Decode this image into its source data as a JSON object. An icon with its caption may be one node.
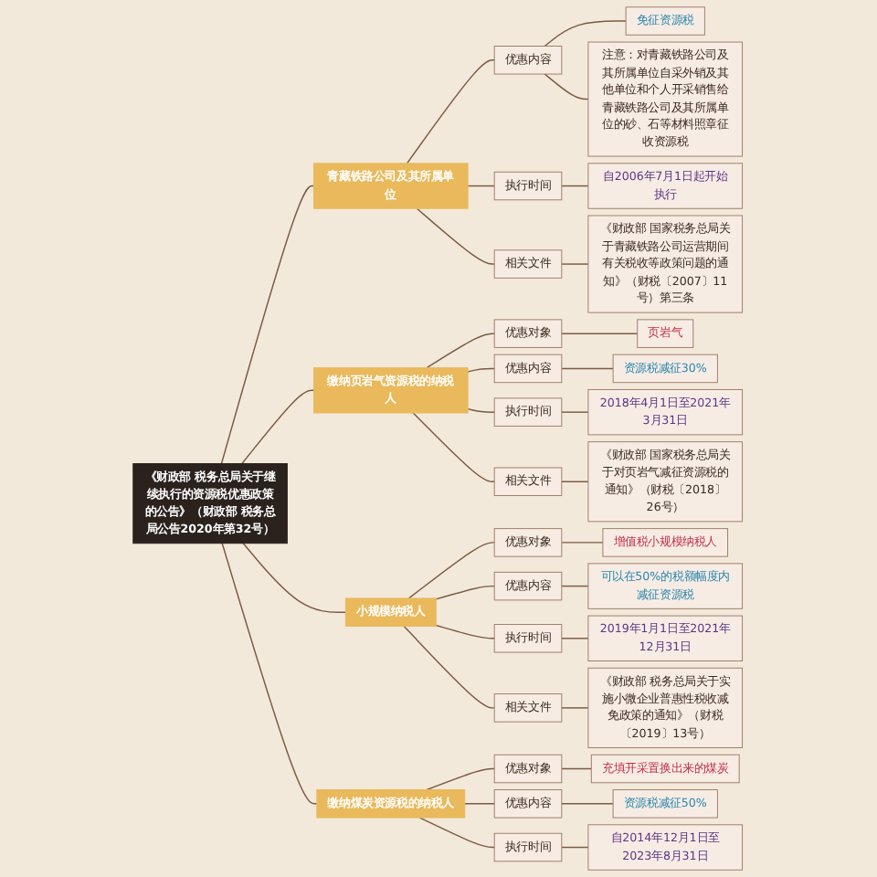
{
  "diagram": {
    "nodes": [
      {
        "text": [
          "《财政部 税务总局关于继续执行的资源税优惠政策的公告》（财政部 税务总局公告2020年第32号）"
        ]
      },
      {
        "text": [
          "青藏铁路公司及其所属单位"
        ]
      },
      {
        "text": [
          "优惠内容"
        ]
      },
      {
        "text": [
          "免征资源税"
        ]
      },
      {
        "text": [
          "注意：对青藏铁路公司及其所属单位自采外销及其他单位和个人开采销售给青藏铁路公司及其所属单位的砂、石等材料照章征收资源税"
        ]
      },
      {
        "text": [
          "执行时间"
        ]
      },
      {
        "text": [
          "自2006年7月1日起开始执行"
        ]
      },
      {
        "text": [
          "相关文件"
        ]
      },
      {
        "text": [
          "《财政部 国家税务总局关于青藏铁路公司运营期间有关税收等政策问题的通知》（财税〔2007〕11号）第三条"
        ]
      },
      {
        "text": [
          "缴纳页岩气资源税的纳税人"
        ]
      },
      {
        "text": [
          "优惠对象"
        ]
      },
      {
        "text": [
          "页岩气"
        ]
      },
      {
        "text": [
          "优惠内容"
        ]
      },
      {
        "text": [
          "资源税减征30%"
        ]
      },
      {
        "text": [
          "执行时间"
        ]
      },
      {
        "text": [
          "2018年4月1日至2021年3月31日"
        ]
      },
      {
        "text": [
          "相关文件"
        ]
      },
      {
        "text": [
          "《财政部 国家税务总局关于对页岩气减征资源税的通知》（财税〔2018〕26号）"
        ]
      },
      {
        "text": [
          "小规模纳税人"
        ]
      },
      {
        "text": [
          "优惠对象"
        ]
      },
      {
        "text": [
          "增值税小规模纳税人"
        ]
      },
      {
        "text": [
          "优惠内容"
        ]
      },
      {
        "text": [
          "可以在50%的税额幅度内减征资源税"
        ]
      },
      {
        "text": [
          "执行时间"
        ]
      },
      {
        "text": [
          "2019年1月1日至2021年12月31日"
        ]
      },
      {
        "text": [
          "相关文件"
        ]
      },
      {
        "text": [
          "《财政部 税务总局关于实施小微企业普惠性税收减免政策的通知》（财税〔2019〕13号）"
        ]
      },
      {
        "text": [
          "缴纳煤炭资源税的纳税人"
        ]
      },
      {
        "text": [
          "优惠对象"
        ]
      },
      {
        "text": [
          "充填开采置换出来的煤炭"
        ]
      },
      {
        "text": [
          "优惠内容"
        ]
      },
      {
        "text": [
          "资源税减征50%"
        ]
      },
      {
        "text": [
          "执行时间"
        ]
      },
      {
        "text": [
          "自2014年12月1日至2023年8月31日"
        ]
      }
    ],
    "edges": [
      {
        "from": 0,
        "to": 1,
        "arrow": "none"
      },
      {
        "from": 1,
        "to": 2,
        "arrow": "none"
      },
      {
        "from": 2,
        "to": 3,
        "arrow": "none"
      },
      {
        "from": 2,
        "to": 4,
        "arrow": "none"
      },
      {
        "from": 1,
        "to": 5,
        "arrow": "none"
      },
      {
        "from": 5,
        "to": 6,
        "arrow": "none"
      },
      {
        "from": 1,
        "to": 7,
        "arrow": "none"
      },
      {
        "from": 7,
        "to": 8,
        "arrow": "none"
      },
      {
        "from": 0,
        "to": 9,
        "arrow": "none"
      },
      {
        "from": 9,
        "to": 10,
        "arrow": "none"
      },
      {
        "from": 10,
        "to": 11,
        "arrow": "none"
      },
      {
        "from": 9,
        "to": 12,
        "arrow": "none"
      },
      {
        "from": 12,
        "to": 13,
        "arrow": "none"
      },
      {
        "from": 9,
        "to": 14,
        "arrow": "none"
      },
      {
        "from": 14,
        "to": 15,
        "arrow": "none"
      },
      {
        "from": 9,
        "to": 16,
        "arrow": "none"
      },
      {
        "from": 16,
        "to": 17,
        "arrow": "none"
      },
      {
        "from": 0,
        "to": 18,
        "arrow": "none"
      },
      {
        "from": 18,
        "to": 19,
        "arrow": "none"
      },
      {
        "from": 19,
        "to": 20,
        "arrow": "none"
      },
      {
        "from": 18,
        "to": 21,
        "arrow": "none"
      },
      {
        "from": 21,
        "to": 22,
        "arrow": "none"
      },
      {
        "from": 18,
        "to": 23,
        "arrow": "none"
      },
      {
        "from": 23,
        "to": 24,
        "arrow": "none"
      },
      {
        "from": 18,
        "to": 25,
        "arrow": "none"
      },
      {
        "from": 25,
        "to": 26,
        "arrow": "none"
      },
      {
        "from": 0,
        "to": 27,
        "arrow": "none"
      },
      {
        "from": 27,
        "to": 28,
        "arrow": "none"
      },
      {
        "from": 28,
        "to": 29,
        "arrow": "none"
      },
      {
        "from": 27,
        "to": 30,
        "arrow": "none"
      },
      {
        "from": 30,
        "to": 31,
        "arrow": "none"
      },
      {
        "from": 27,
        "to": 32,
        "arrow": "none"
      },
      {
        "from": 32,
        "to": 33,
        "arrow": "none"
      }
    ]
  }
}
